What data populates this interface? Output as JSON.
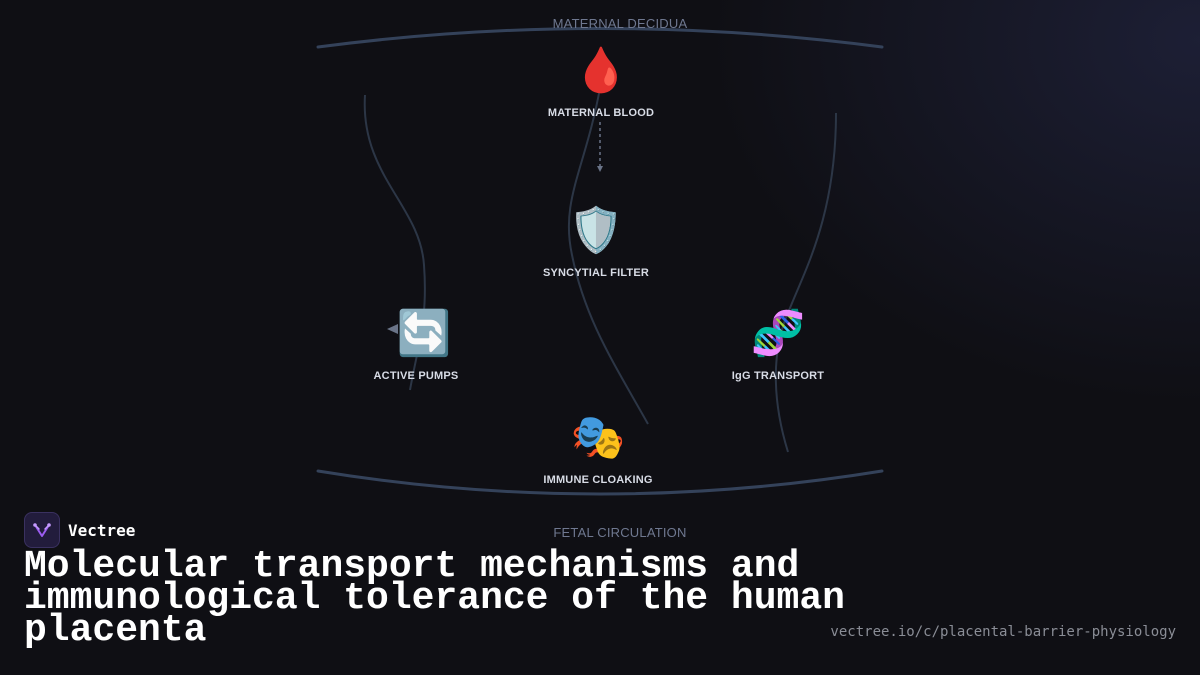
{
  "diagram": {
    "top_region": "MATERNAL DECIDUA",
    "bottom_region": "FETAL CIRCULATION",
    "nodes": {
      "maternal_blood": {
        "icon": "🩸",
        "icon_name": "blood-drop-icon",
        "label": "MATERNAL BLOOD"
      },
      "syncytial_filter": {
        "icon": "🛡️",
        "icon_name": "shield-icon",
        "label": "SYNCYTIAL FILTER"
      },
      "active_pumps": {
        "icon": "🔄",
        "icon_name": "cycle-arrows-icon",
        "label": "ACTIVE PUMPS"
      },
      "igg_transport": {
        "icon": "🧬",
        "icon_name": "dna-icon",
        "label": "IgG TRANSPORT"
      },
      "immune_cloaking": {
        "icon": "🎭",
        "icon_name": "masks-icon",
        "label": "IMMUNE CLOAKING"
      }
    },
    "colors": {
      "curve": "#34425a",
      "arrow": "#6a7488"
    }
  },
  "brand": {
    "name": "Vectree",
    "logo_icon": "vectree-logo-icon",
    "accent": "#9b5cf0"
  },
  "footer": {
    "title": "Molecular transport mechanisms and immunological tolerance of the human placenta",
    "url": "vectree.io/c/placental-barrier-physiology"
  }
}
